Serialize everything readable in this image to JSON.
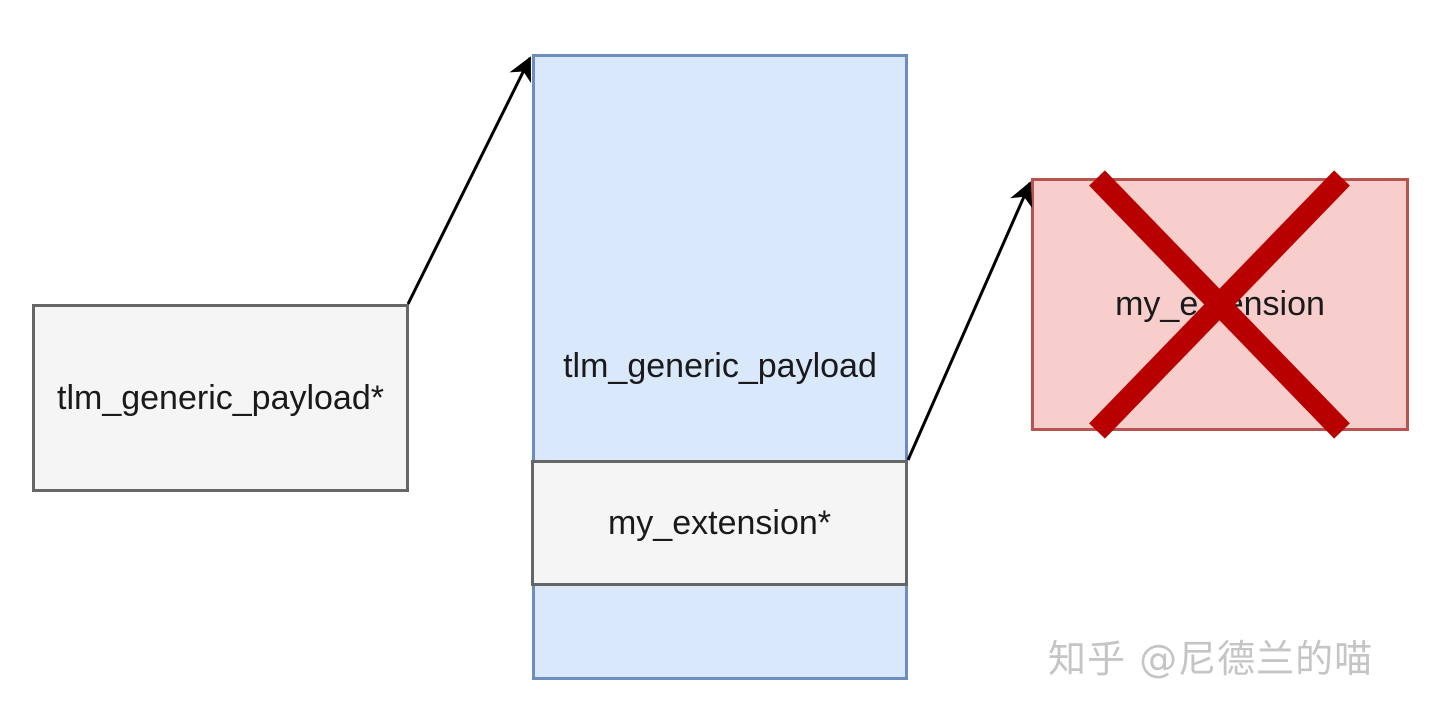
{
  "diagram": {
    "pointer_box": {
      "label": "tlm_generic_payload*"
    },
    "payload_box": {
      "label": "tlm_generic_payload"
    },
    "extension_pointer_box": {
      "label": "my_extension*"
    },
    "extension_box": {
      "label": "my_extension",
      "crossed_out": true
    }
  },
  "watermark": {
    "text": "知乎 @尼德兰的喵"
  },
  "colors": {
    "gray_fill": "#f5f5f5",
    "gray_stroke": "#666666",
    "blue_fill": "#dae8fc",
    "blue_stroke": "#6c8ebf",
    "red_fill": "#f8cecc",
    "red_stroke": "#b85450",
    "cross": "#b80000",
    "arrow": "#000000"
  }
}
